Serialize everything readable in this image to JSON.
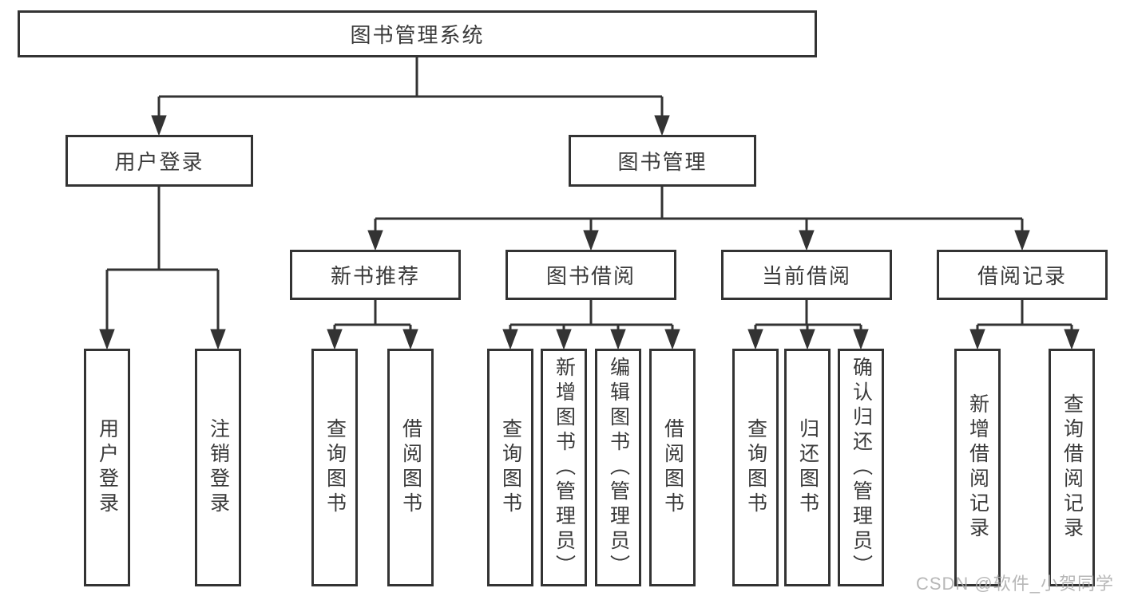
{
  "colors": {
    "line": "#333333",
    "node_border": "#333333",
    "node_fill": "#ffffff",
    "text": "#3a3a3a",
    "watermark": "#aaaaaa"
  },
  "watermark": "CSDN @软件_小贺同学",
  "tree": {
    "root": {
      "label": "图书管理系统",
      "children": [
        {
          "label": "用户登录",
          "children": [
            {
              "label": "用户登录"
            },
            {
              "label": "注销登录"
            }
          ]
        },
        {
          "label": "图书管理",
          "children": [
            {
              "label": "新书推荐",
              "children": [
                {
                  "label": "查询图书"
                },
                {
                  "label": "借阅图书"
                }
              ]
            },
            {
              "label": "图书借阅",
              "children": [
                {
                  "label": "查询图书"
                },
                {
                  "label": "新增图书（管理员）"
                },
                {
                  "label": "编辑图书（管理员）"
                },
                {
                  "label": "借阅图书"
                }
              ]
            },
            {
              "label": "当前借阅",
              "children": [
                {
                  "label": "查询图书"
                },
                {
                  "label": "归还图书"
                },
                {
                  "label": "确认归还（管理员）"
                }
              ]
            },
            {
              "label": "借阅记录",
              "children": [
                {
                  "label": "新增借阅记录"
                },
                {
                  "label": "查询借阅记录"
                }
              ]
            }
          ]
        }
      ]
    }
  }
}
